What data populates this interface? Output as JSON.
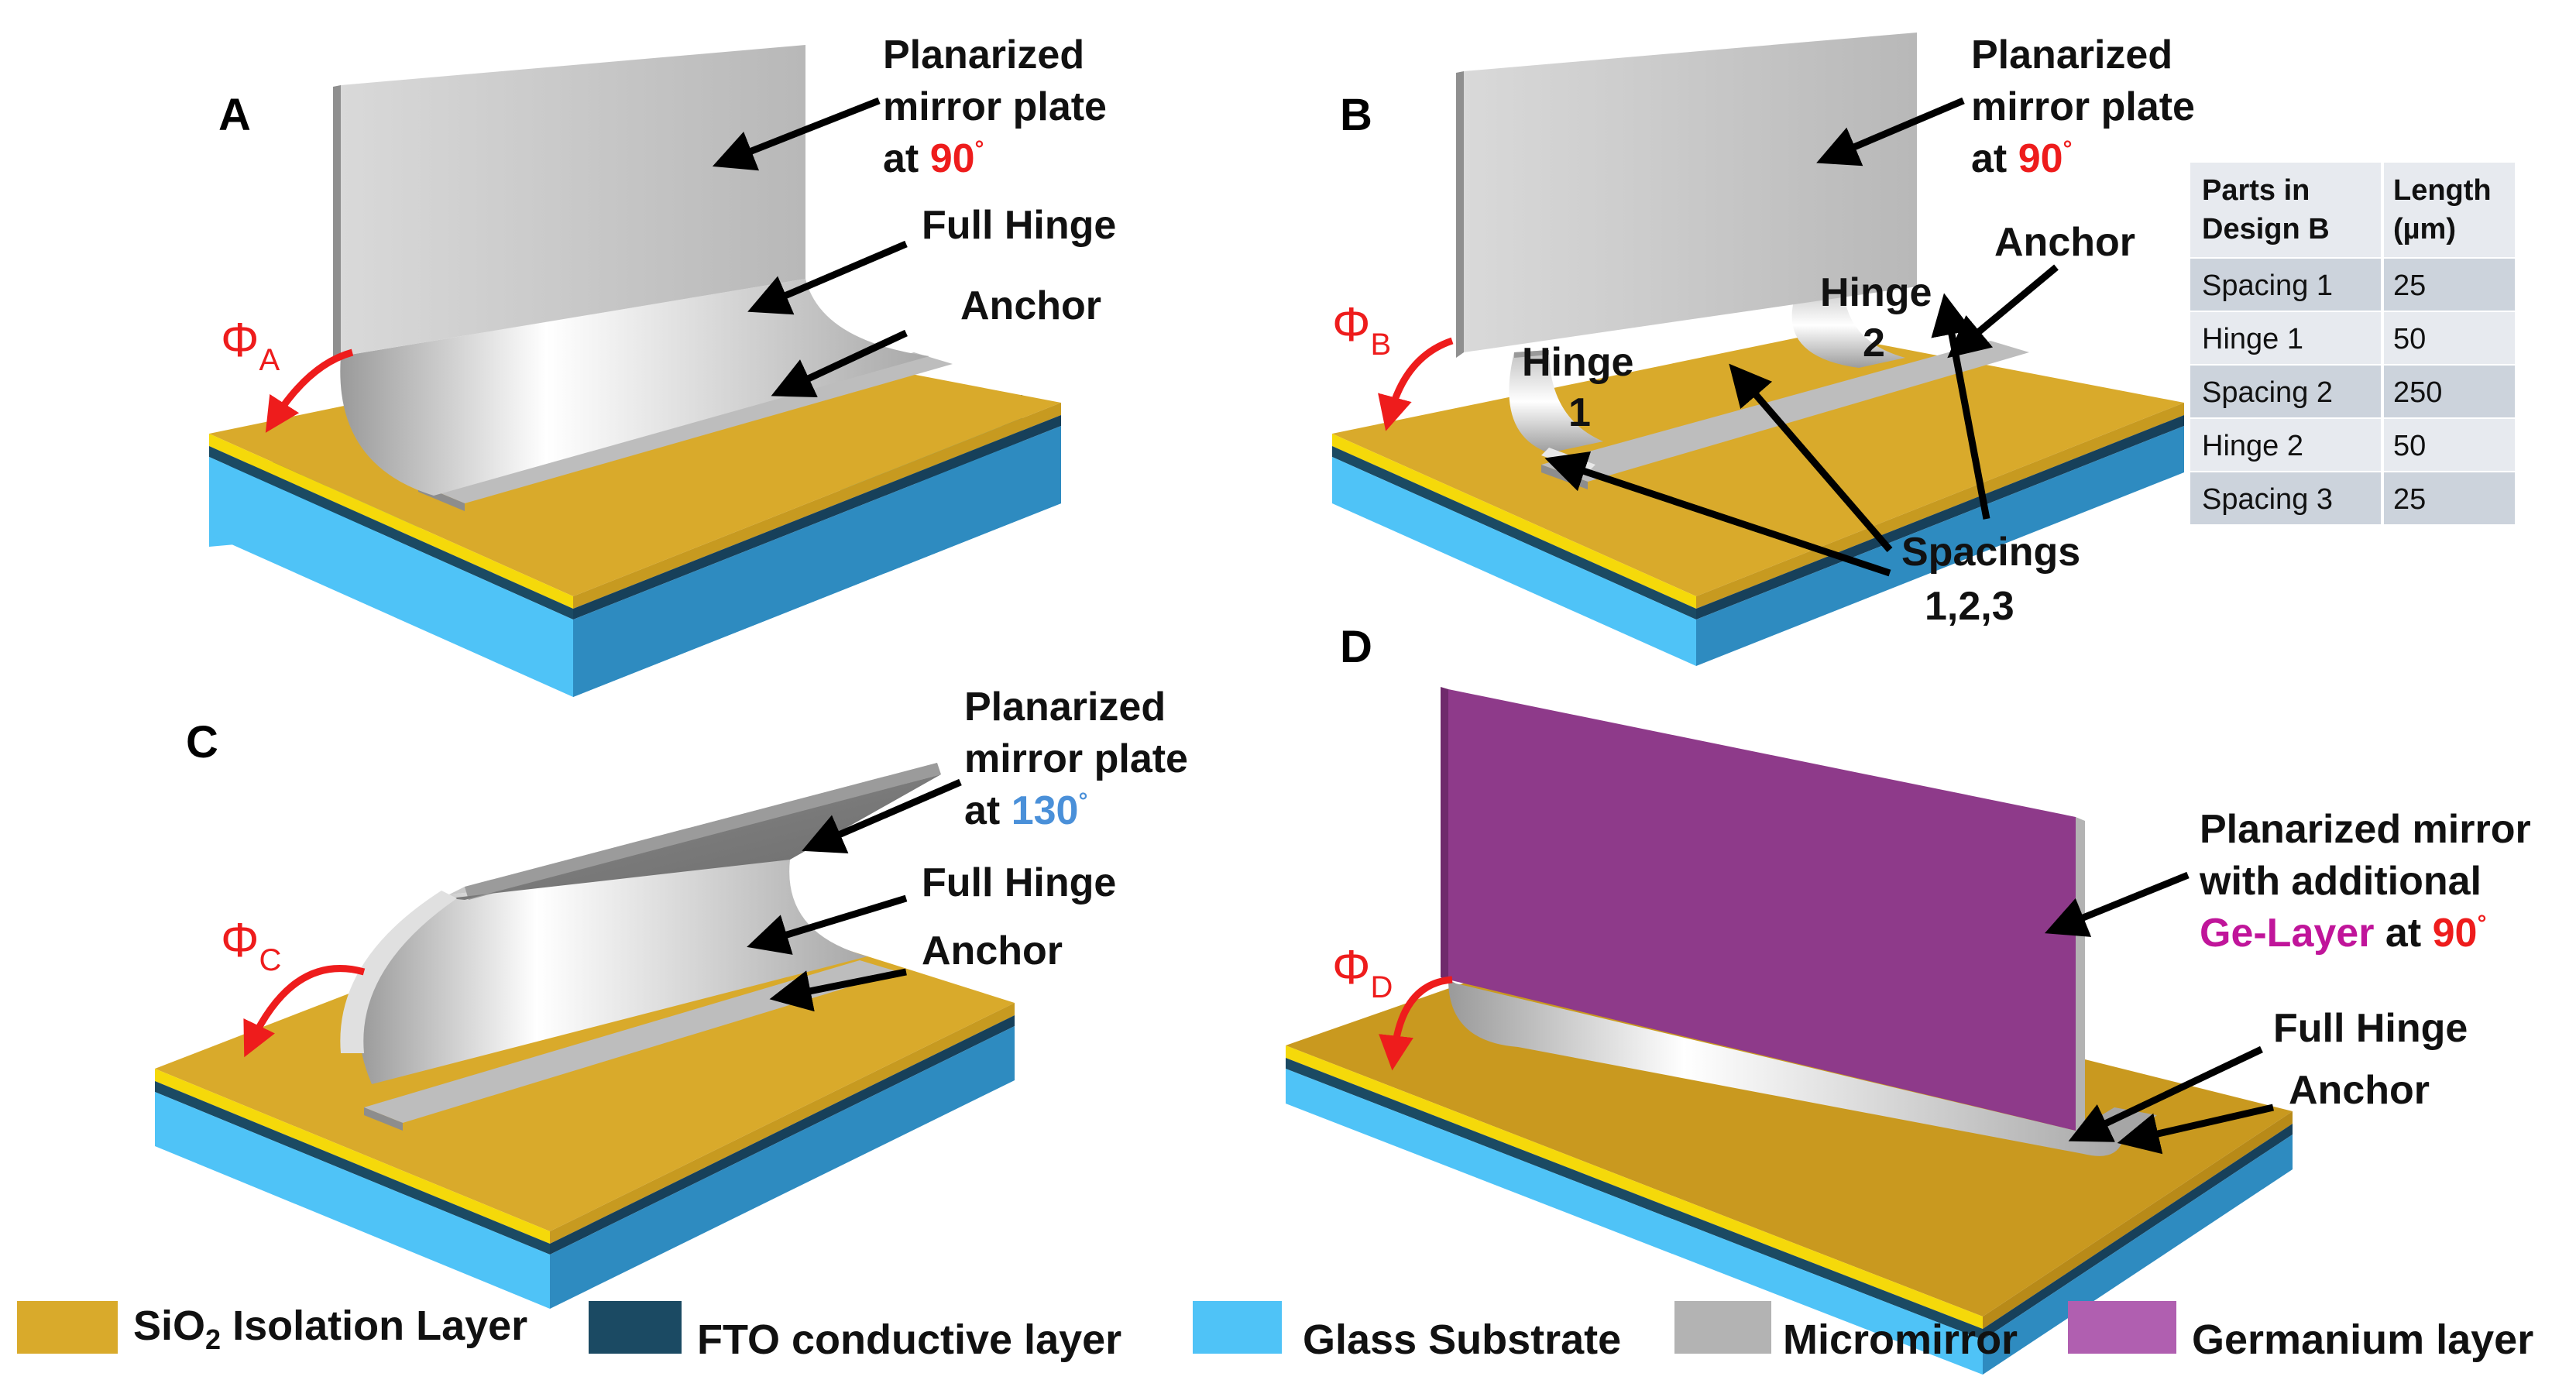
{
  "panels": {
    "A": {
      "letter": "A",
      "label_line1": "Planarized",
      "label_line2": "mirror plate",
      "label_line3_prefix": "at ",
      "angle": "90",
      "hinge_label": "Full Hinge",
      "anchor_label": "Anchor",
      "phi_symbol": "Φ",
      "phi_sub": "A"
    },
    "B": {
      "letter": "B",
      "label_line1": "Planarized",
      "label_line2": "mirror plate",
      "label_line3_prefix": "at ",
      "angle": "90",
      "anchor_label": "Anchor",
      "hinge1_line1": "Hinge",
      "hinge1_line2": "1",
      "hinge2_line1": "Hinge",
      "hinge2_line2": "2",
      "spacings_line1": "Spacings",
      "spacings_line2": "1,2,3",
      "phi_symbol": "Φ",
      "phi_sub": "B"
    },
    "C": {
      "letter": "C",
      "label_line1": "Planarized",
      "label_line2": "mirror plate",
      "label_line3_prefix": "at ",
      "angle": "130",
      "hinge_label": "Full Hinge",
      "anchor_label": "Anchor",
      "phi_symbol": "Φ",
      "phi_sub": "C"
    },
    "D": {
      "letter": "D",
      "label_line1": "Planarized mirror",
      "label_line2": "with additional",
      "label_ge": "Ge-Layer",
      "label_line3_mid": " at ",
      "angle": "90",
      "hinge_label": "Full Hinge",
      "anchor_label": "Anchor",
      "phi_symbol": "Φ",
      "phi_sub": "D"
    }
  },
  "degree_symbol": "°",
  "table": {
    "headers": [
      [
        "Parts in",
        "Design B"
      ],
      [
        "Length",
        "(µm)"
      ]
    ],
    "rows": [
      [
        "Spacing 1",
        "25"
      ],
      [
        "Hinge 1",
        "50"
      ],
      [
        "Spacing 2",
        "250"
      ],
      [
        "Hinge 2",
        "50"
      ],
      [
        "Spacing 3",
        "25"
      ]
    ]
  },
  "legend": [
    {
      "label": "SiO",
      "sub": "2",
      "rest": " Isolation Layer",
      "color": "#d9aa2b"
    },
    {
      "label": "FTO conductive layer",
      "color": "#1b4a63"
    },
    {
      "label": "Glass Substrate",
      "color": "#4fc3f7"
    },
    {
      "label": "Micromirror",
      "color": "#b3b3b3"
    },
    {
      "label": "Germanium layer",
      "color": "#b05fb0"
    }
  ],
  "colors": {
    "sio2": "#d9aa2b",
    "sio2_edge": "#f5d90a",
    "fto": "#1b4a63",
    "glass": "#4fc3f7",
    "mirror": "#bcbcbc",
    "germanium": "#8e3a8a",
    "highlight_red": "#ee1c1c",
    "highlight_blue": "#4a90d9",
    "highlight_magenta": "#c0159a"
  }
}
